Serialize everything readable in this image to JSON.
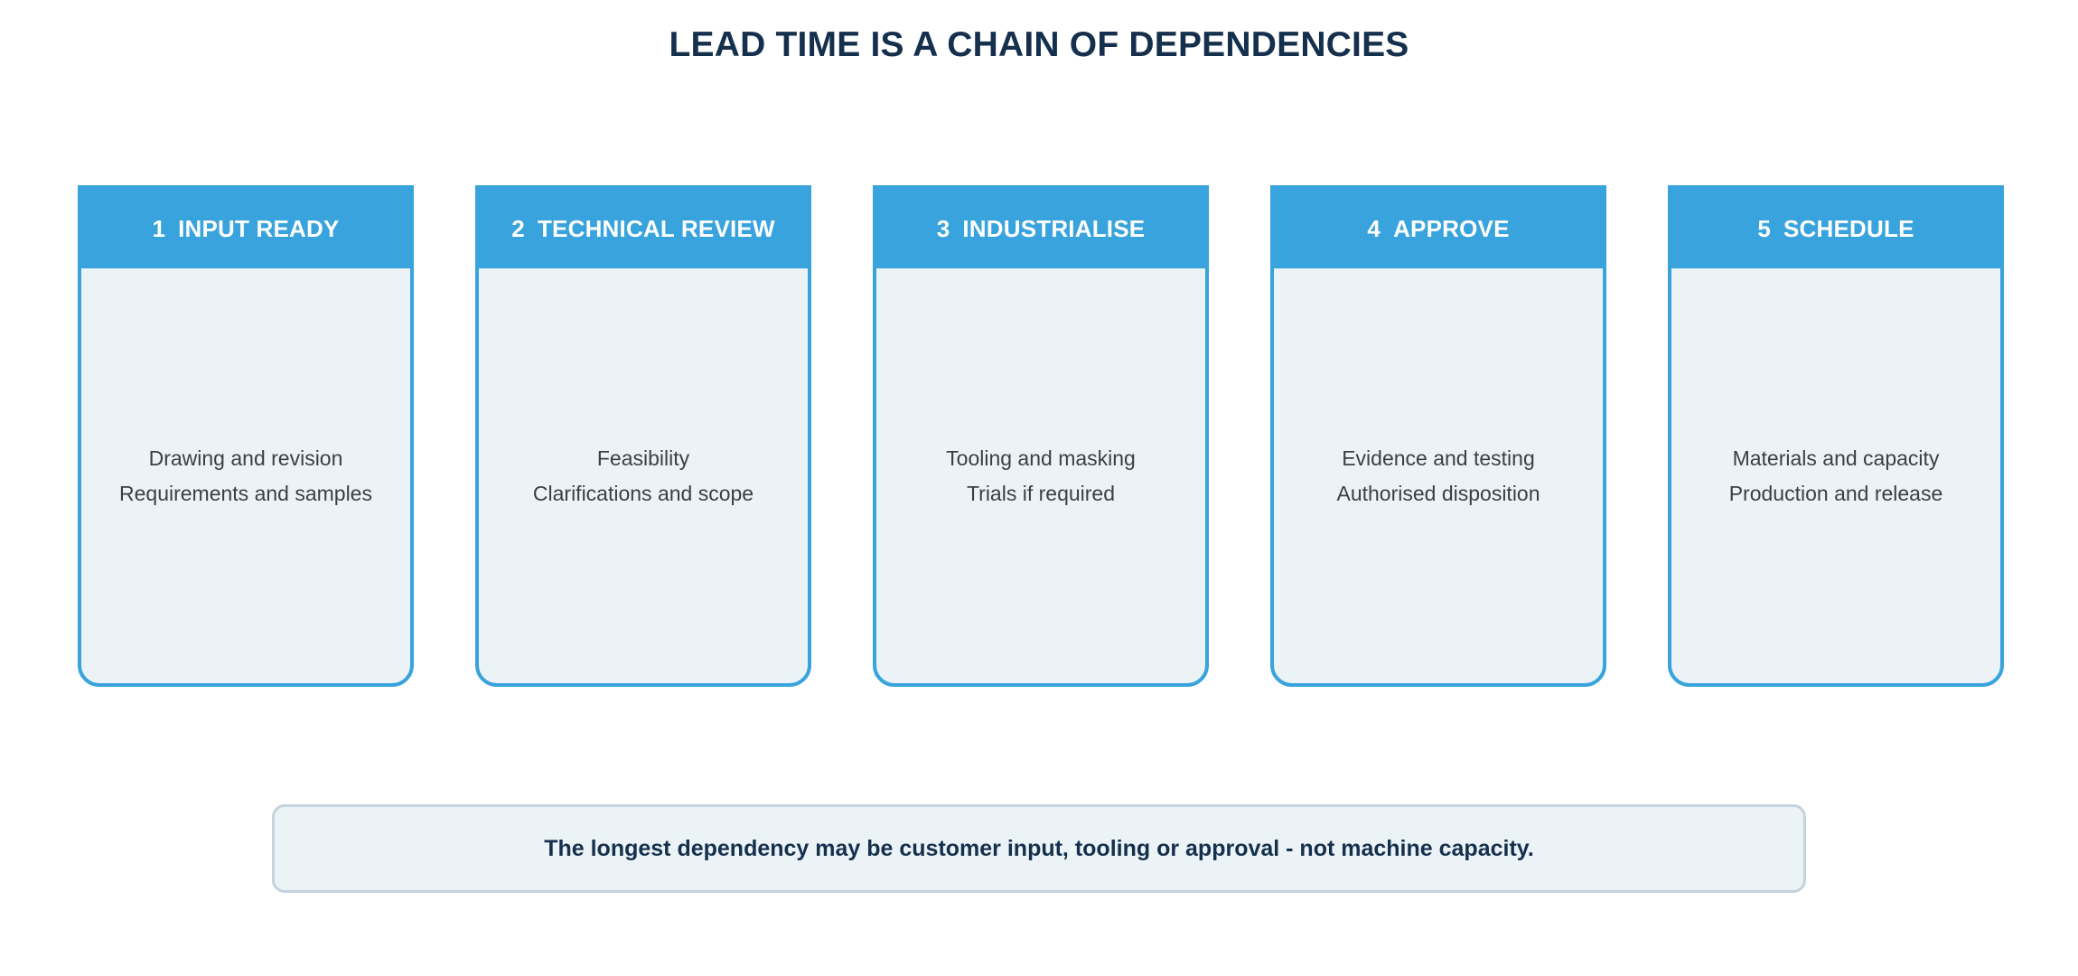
{
  "title": "LEAD TIME IS A CHAIN OF DEPENDENCIES",
  "colors": {
    "header_fill": "#38a3dc",
    "card_fill": "#ecf3f7",
    "title_text": "#15304d",
    "body_text": "#3a3f45",
    "note_border": "#c4d3de"
  },
  "stages": [
    {
      "number": "1",
      "label": "INPUT READY",
      "lines": [
        "Drawing and revision",
        "Requirements and samples"
      ]
    },
    {
      "number": "2",
      "label": "TECHNICAL REVIEW",
      "lines": [
        "Feasibility",
        "Clarifications and scope"
      ]
    },
    {
      "number": "3",
      "label": "INDUSTRIALISE",
      "lines": [
        "Tooling and masking",
        "Trials if required"
      ]
    },
    {
      "number": "4",
      "label": "APPROVE",
      "lines": [
        "Evidence and testing",
        "Authorised disposition"
      ]
    },
    {
      "number": "5",
      "label": "SCHEDULE",
      "lines": [
        "Materials and capacity",
        "Production and release"
      ]
    }
  ],
  "note": "The longest dependency may be customer input, tooling or approval - not machine capacity."
}
